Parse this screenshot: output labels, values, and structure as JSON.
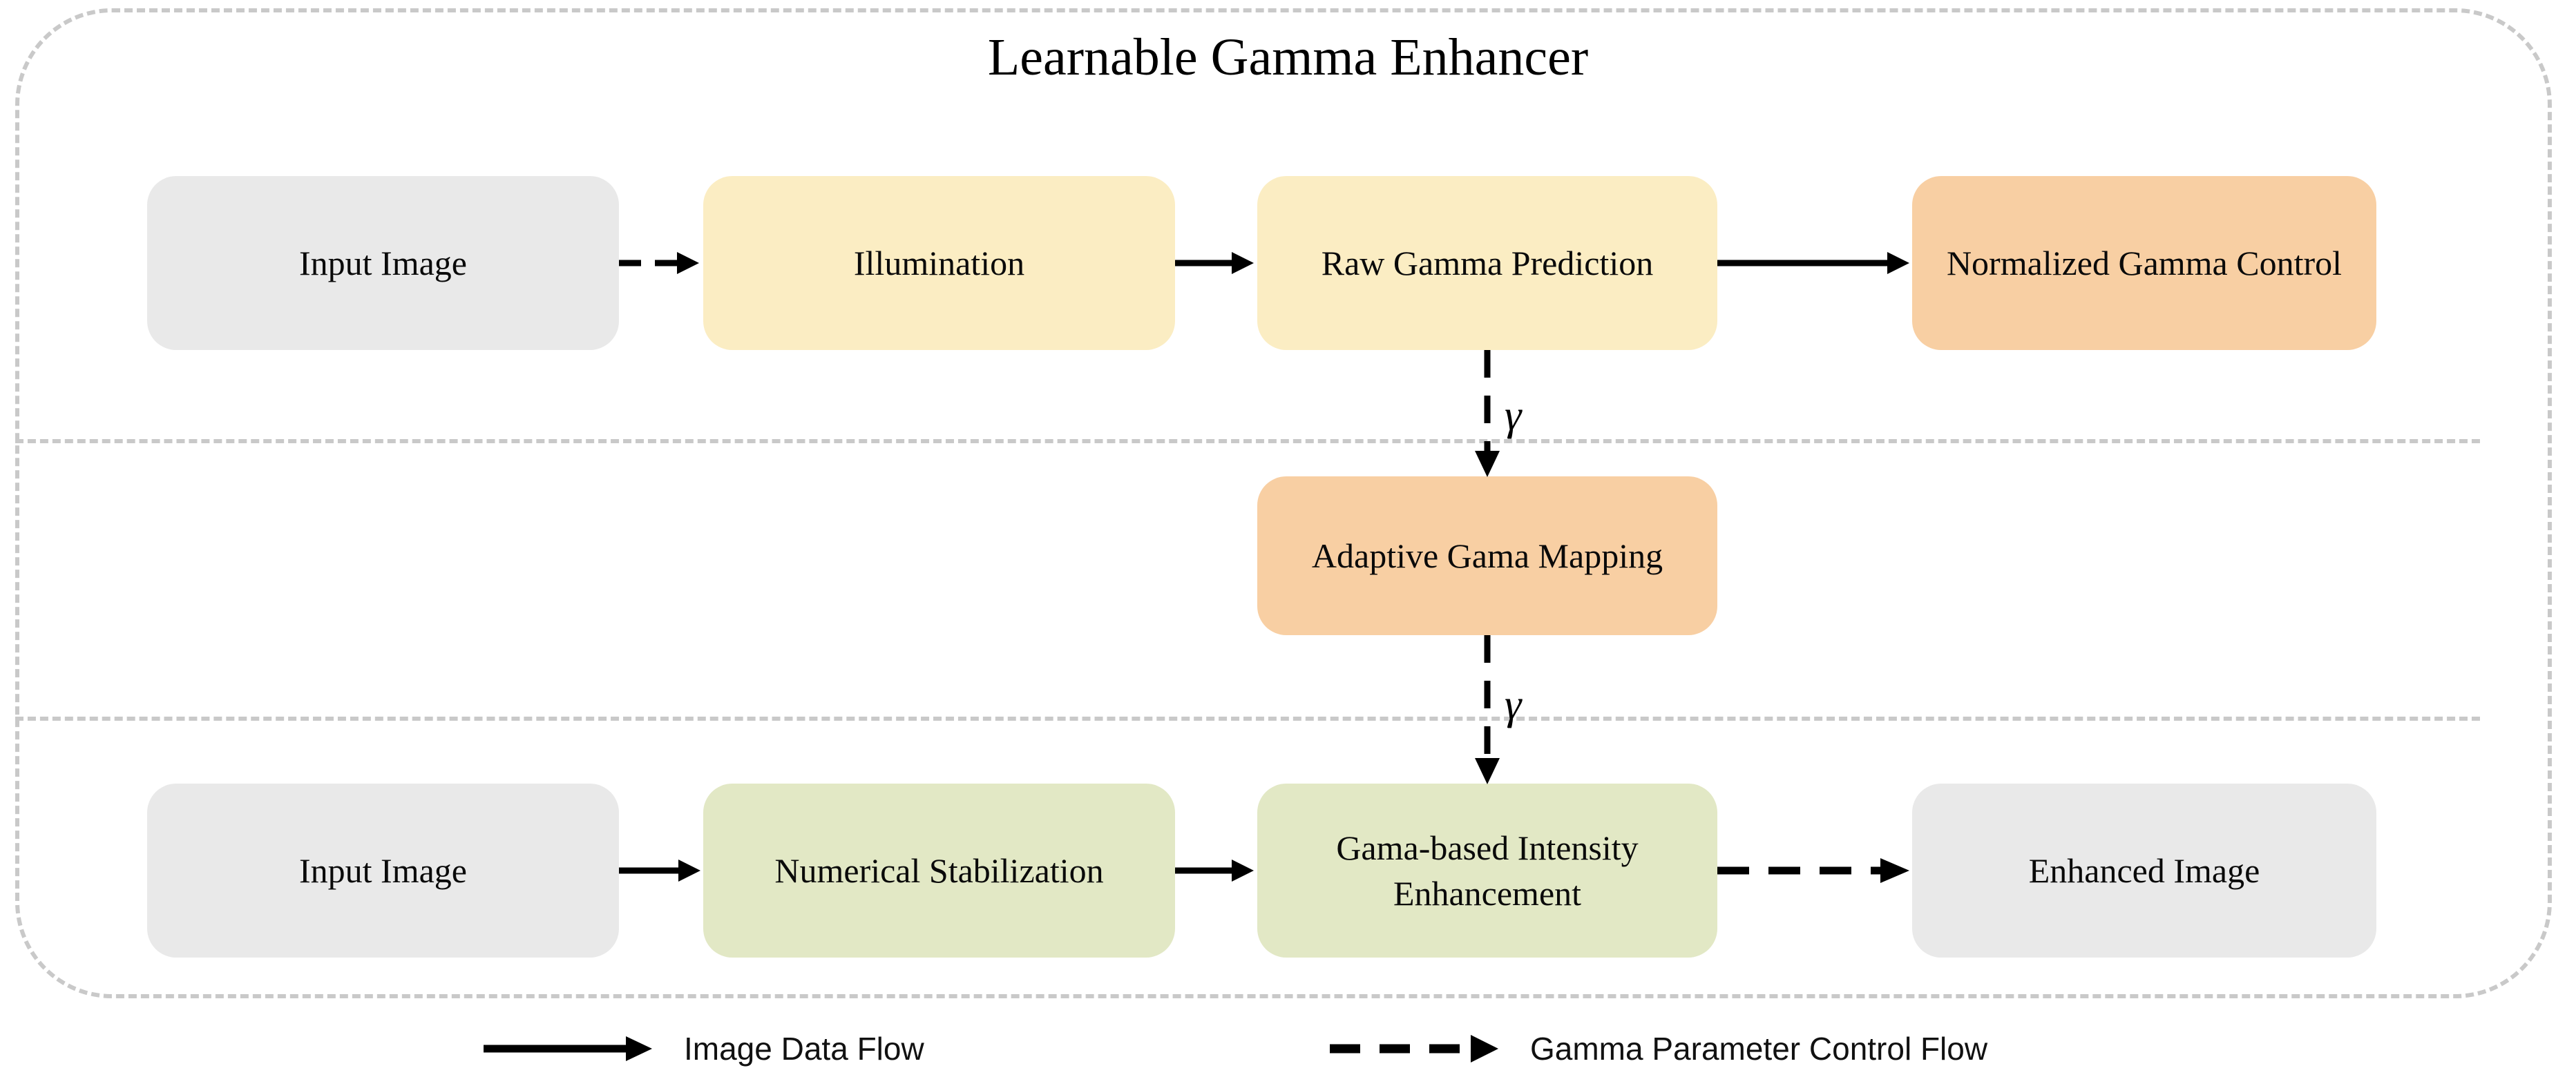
{
  "diagram": {
    "title": "Learnable Gamma Enhancer",
    "type": "flowchart",
    "container": {
      "border_style": "dashed",
      "border_color": "#c9c9c9"
    },
    "colors": {
      "gray": "#e9e9e9",
      "cream": "#fbedc3",
      "orange": "#f8cfa3",
      "green": "#e2e8c5",
      "divider": "#c9c9c9",
      "arrow": "#000000"
    }
  },
  "rows": {
    "top": {
      "nodes": [
        {
          "label": "Input Image",
          "color": "gray"
        },
        {
          "label": "Illumination",
          "color": "cream"
        },
        {
          "label": "Raw Gamma Prediction",
          "color": "cream"
        },
        {
          "label": "Normalized Gamma Control",
          "color": "orange"
        }
      ]
    },
    "middle": {
      "nodes": [
        {
          "label": "Adaptive Gama Mapping",
          "color": "orange"
        }
      ]
    },
    "bottom": {
      "nodes": [
        {
          "label": "Input Image",
          "color": "gray"
        },
        {
          "label": "Numerical Stabilization",
          "color": "green"
        },
        {
          "label": "Gama-based Intensity Enhancement",
          "color": "green"
        },
        {
          "label": "Enhanced Image",
          "color": "gray"
        }
      ]
    }
  },
  "edges": [
    {
      "from": "Input Image",
      "to": "Illumination",
      "style": "dashed",
      "label": ""
    },
    {
      "from": "Illumination",
      "to": "Raw Gamma Prediction",
      "style": "solid",
      "label": ""
    },
    {
      "from": "Raw Gamma Prediction",
      "to": "Normalized Gamma Control",
      "style": "solid",
      "label": ""
    },
    {
      "from": "Raw Gamma Prediction",
      "to": "Adaptive Gama Mapping",
      "style": "dashed",
      "label": "γ"
    },
    {
      "from": "Adaptive Gama Mapping",
      "to": "Gama-based Intensity Enhancement",
      "style": "dashed",
      "label": "γ"
    },
    {
      "from": "Input Image",
      "to": "Numerical Stabilization",
      "style": "solid",
      "label": ""
    },
    {
      "from": "Numerical Stabilization",
      "to": "Gama-based Intensity Enhancement",
      "style": "solid",
      "label": ""
    },
    {
      "from": "Gama-based Intensity Enhancement",
      "to": "Enhanced Image",
      "style": "dashed",
      "label": ""
    }
  ],
  "gamma_labels": {
    "top": "γ",
    "bottom": "γ"
  },
  "legend": {
    "items": [
      {
        "label": "Image Data Flow",
        "style": "solid"
      },
      {
        "label": "Gamma Parameter Control Flow",
        "style": "dashed"
      }
    ]
  }
}
